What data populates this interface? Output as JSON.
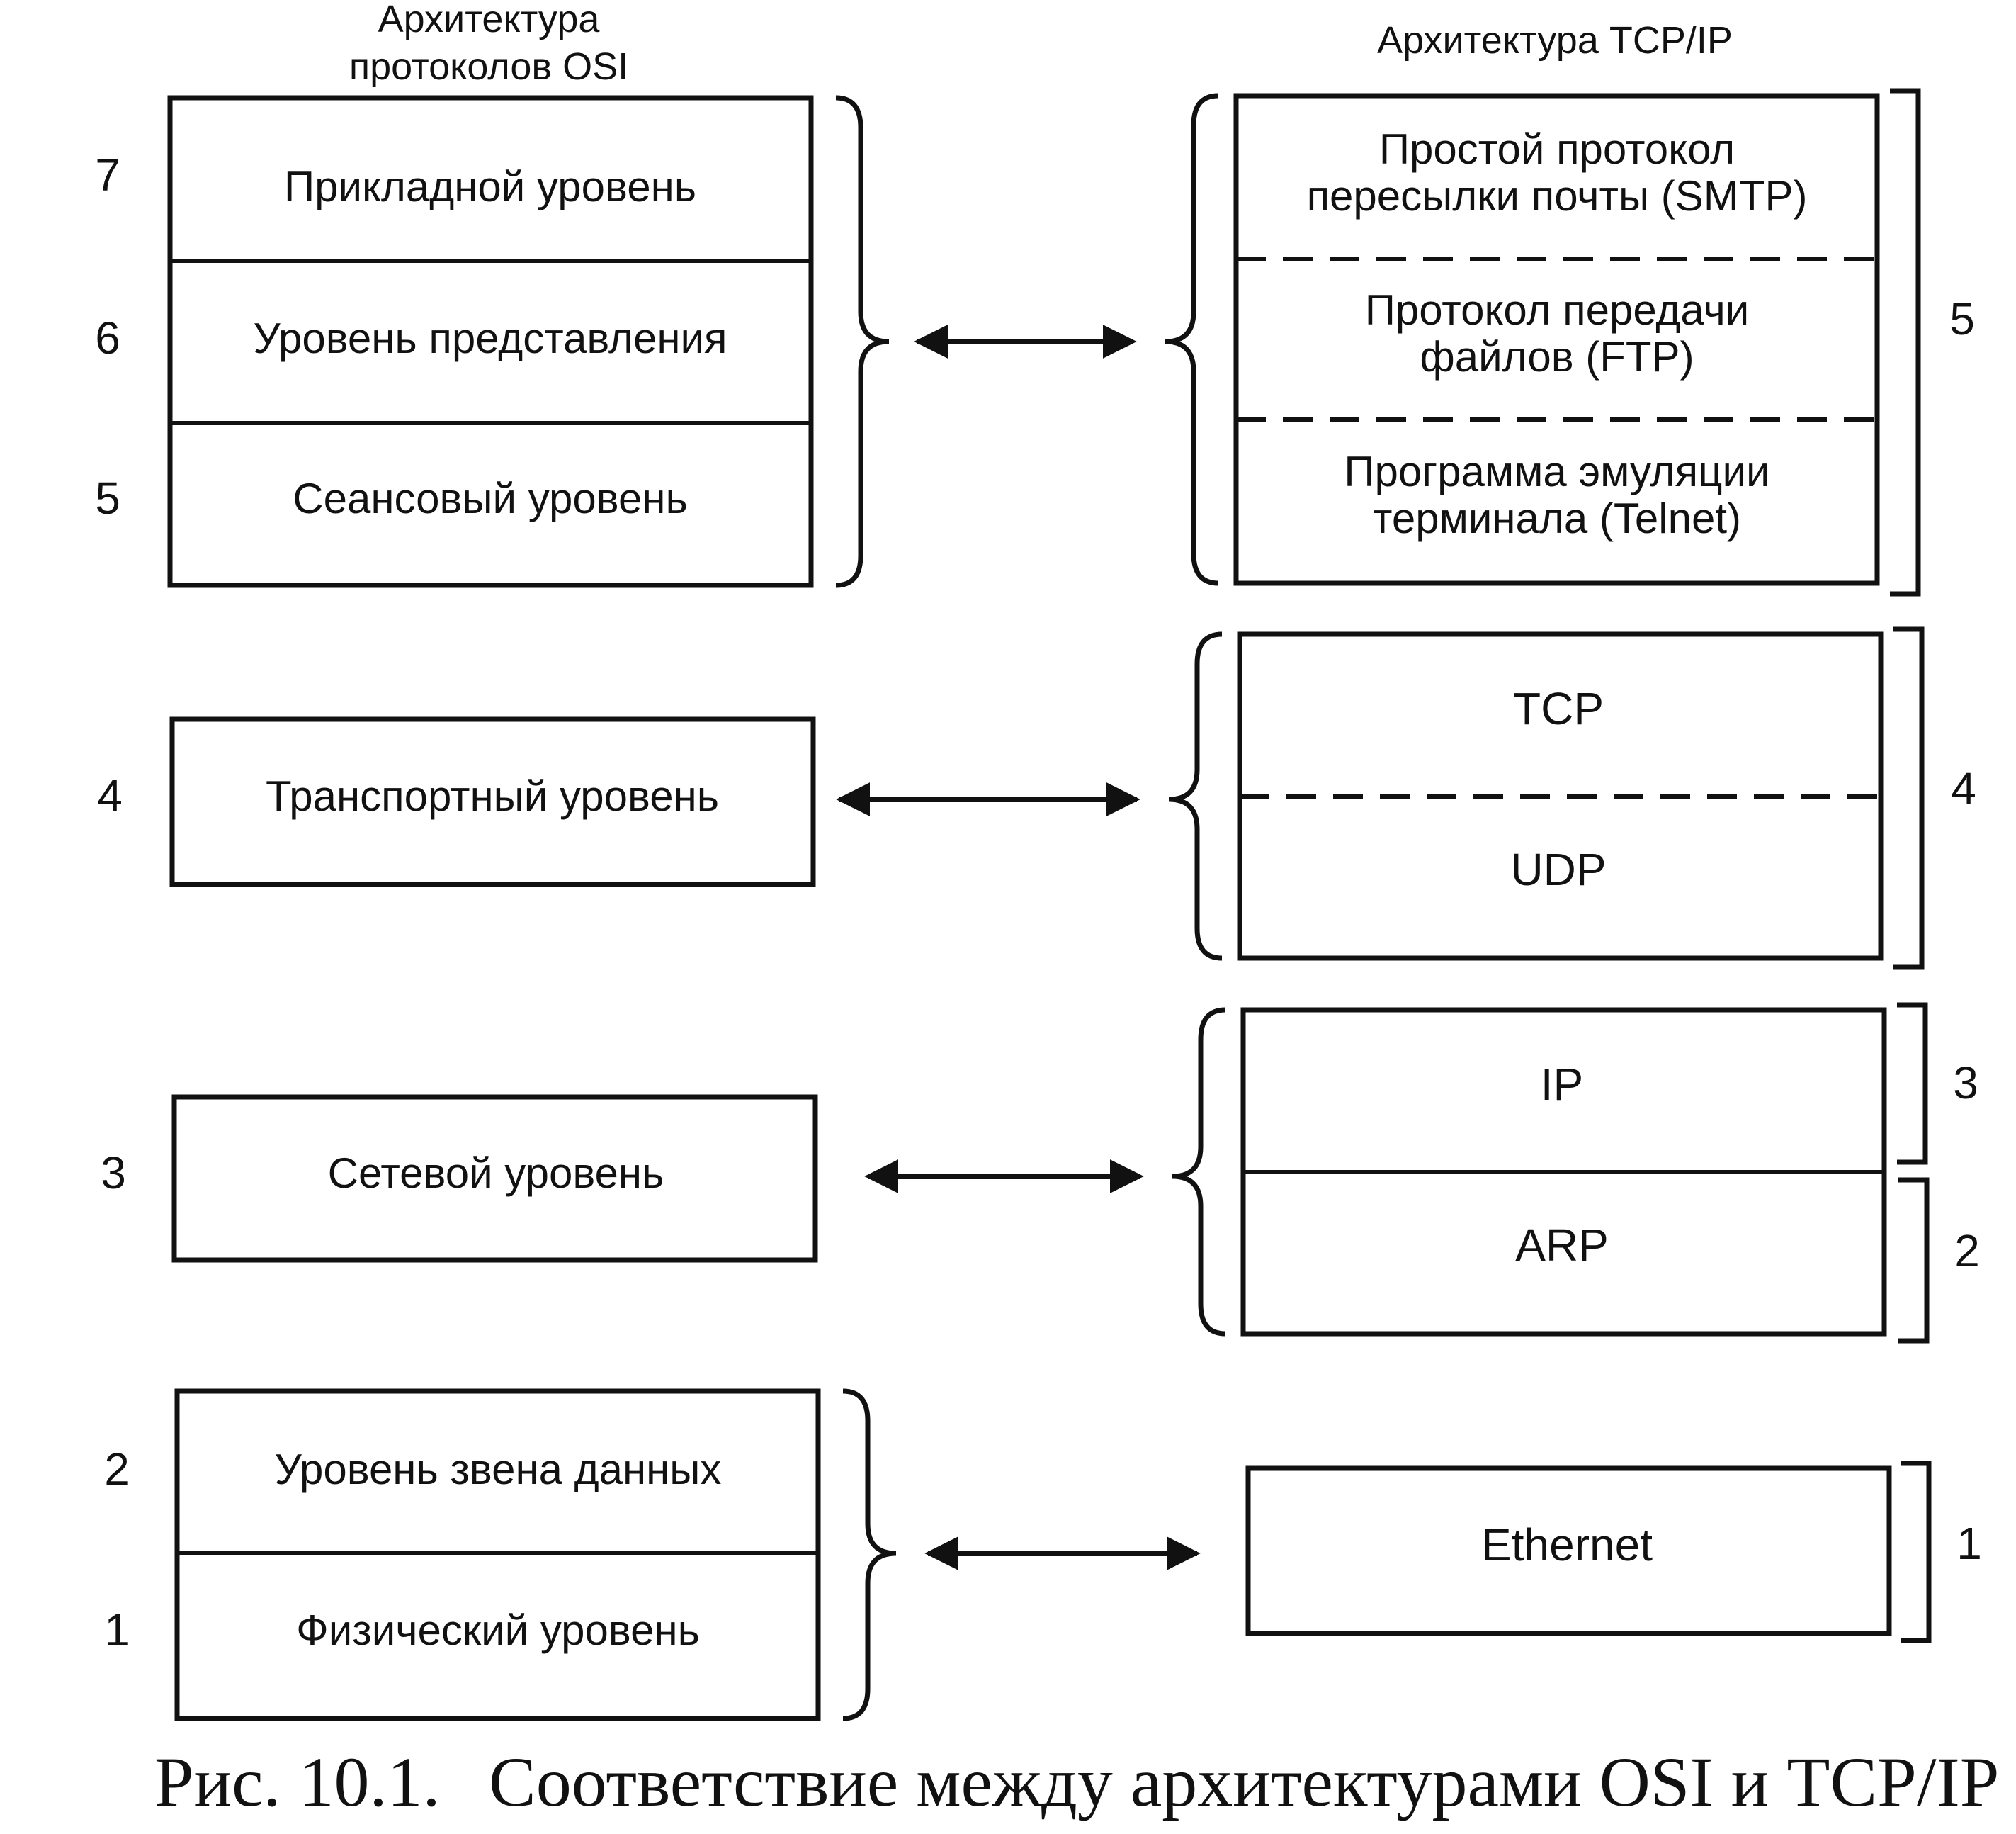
{
  "headers": {
    "osi_line1": "Архитектура",
    "osi_line2": "протоколов OSI",
    "tcpip": "Архитектура TCP/IP"
  },
  "osi_layers": [
    {
      "num": "7",
      "label": "Прикладной уровень"
    },
    {
      "num": "6",
      "label": "Уровень представления"
    },
    {
      "num": "5",
      "label": "Сеансовый уровень"
    },
    {
      "num": "4",
      "label": "Транспортный уровень"
    },
    {
      "num": "3",
      "label": "Сетевой уровень"
    },
    {
      "num": "2",
      "label": "Уровень звена данных"
    },
    {
      "num": "1",
      "label": "Физический уровень"
    }
  ],
  "tcpip_app": {
    "smtp": [
      "Простой протокол",
      "пересылки почты (SMTP)"
    ],
    "ftp": [
      "Протокол передачи",
      "файлов (FTP)"
    ],
    "telnet": [
      "Программа эмуляции",
      "терминала (Telnet)"
    ],
    "layer_num": "5"
  },
  "tcpip_transport": {
    "tcp": "TCP",
    "udp": "UDP",
    "layer_num": "4"
  },
  "tcpip_network": {
    "ip": "IP",
    "ip_num": "3",
    "arp": "ARP",
    "arp_num": "2"
  },
  "tcpip_link": {
    "ethernet": "Ethernet",
    "layer_num": "1"
  },
  "caption": {
    "fig": "Рис. 10.1.",
    "text": "Соответствие между архитектурами OSI и TCP/IP"
  },
  "colors": {
    "ink": "#111111",
    "paper": "#ffffff"
  }
}
